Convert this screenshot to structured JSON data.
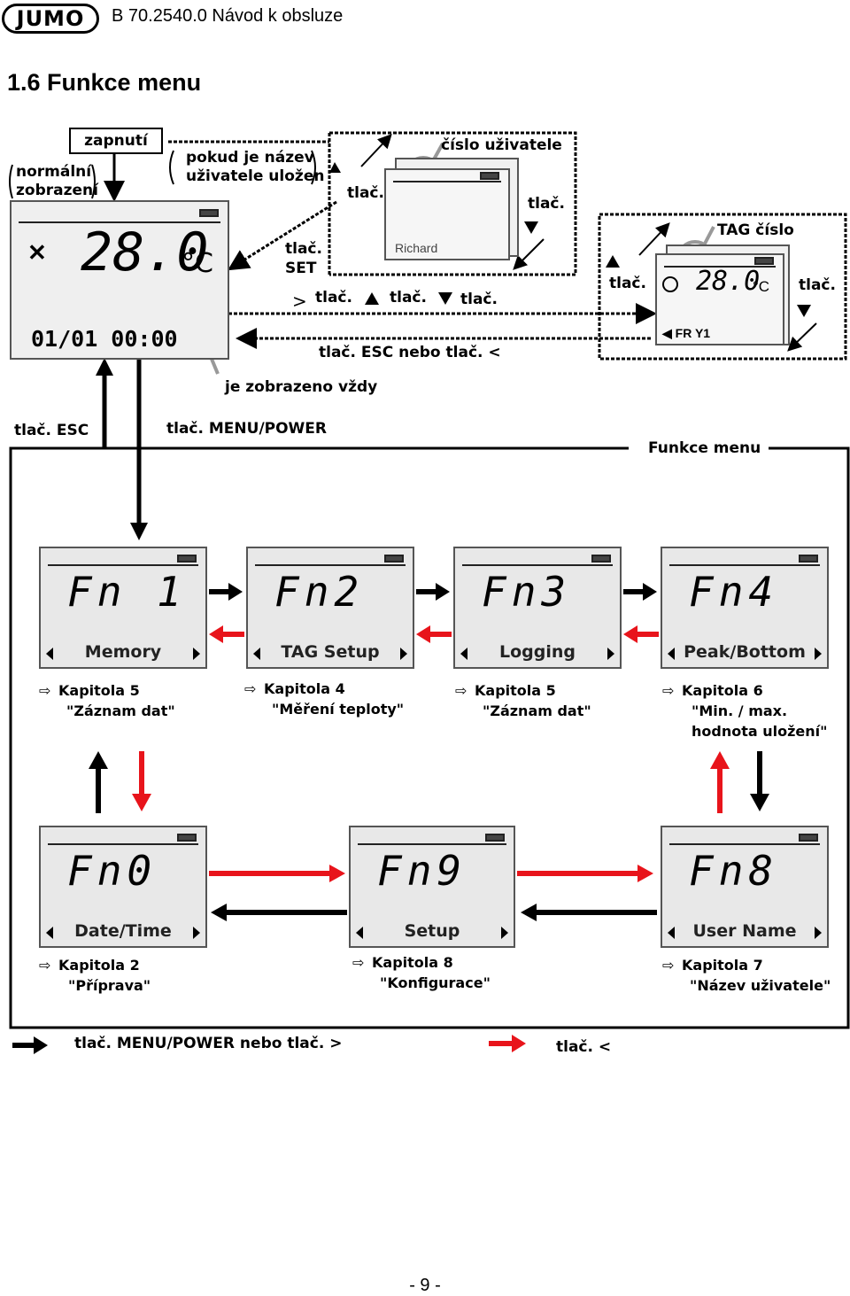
{
  "header": {
    "logo": "JUMO",
    "title": "B 70.2540.0 Návod k obsluze"
  },
  "section": {
    "title": "1.6 Funkce menu"
  },
  "top": {
    "zapnuti": "zapnutí",
    "normal_1": "normální",
    "normal_2": "zobrazení",
    "username_1": "pokud je název",
    "username_2": "uživatele uložen",
    "cislo_uzivatele": "číslo uživatele",
    "tag_cislo": "TAG číslo",
    "main_value": "28.0",
    "main_unit": "°C",
    "main_date": "01/01 00:00",
    "user_card_name": "Richard",
    "tag_value": "28.0",
    "tag_unit": "°C",
    "tag_name": "FR Y1",
    "tlac": "tlač.",
    "tlac_set_1": "tlač.",
    "tlac_set_2": "SET",
    "gt": ">",
    "esc_or": "tlač. ESC nebo tlač. <",
    "always": "je zobrazeno vždy",
    "tlac_esc": "tlač. ESC",
    "tlac_menu": "tlač. MENU/POWER",
    "funkce_menu": "Funkce menu"
  },
  "menu": [
    {
      "code": "Fn 1",
      "name": "Memory",
      "chapter": "Kapitola 5",
      "desc": "\"Záznam dat\"",
      "desc2": ""
    },
    {
      "code": "Fn2",
      "name": "TAG Setup",
      "chapter": "Kapitola 4",
      "desc": "\"Měření teploty\"",
      "desc2": ""
    },
    {
      "code": "Fn3",
      "name": "Logging",
      "chapter": "Kapitola 5",
      "desc": "\"Záznam dat\"",
      "desc2": ""
    },
    {
      "code": "Fn4",
      "name": "Peak/Bottom",
      "chapter": "Kapitola 6",
      "desc": "\"Min. / max.",
      "desc2": "hodnota uložení\""
    },
    {
      "code": "Fn0",
      "name": "Date/Time",
      "chapter": "Kapitola 2",
      "desc": "\"Příprava\"",
      "desc2": ""
    },
    {
      "code": "Fn9",
      "name": "Setup",
      "chapter": "Kapitola 8",
      "desc": "\"Konfigurace\"",
      "desc2": ""
    },
    {
      "code": "Fn8",
      "name": "User Name",
      "chapter": "Kapitola 7",
      "desc": "\"Název uživatele\"",
      "desc2": ""
    }
  ],
  "legend": {
    "black": "tlač. MENU/POWER nebo tlač. >",
    "red": "tlač. <"
  },
  "footer": {
    "page": "- 9 -"
  },
  "colors": {
    "red_arrow": "#e8141b",
    "lcd_bg": "#e8e8e8"
  }
}
